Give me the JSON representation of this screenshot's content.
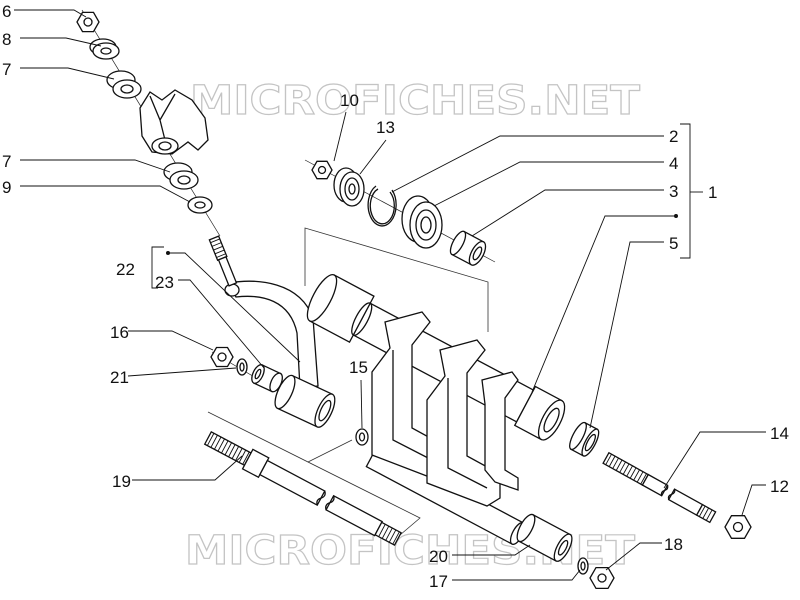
{
  "watermarks": [
    "MICROFICHES.NET",
    "MICROFICHES.NET"
  ],
  "callouts": [
    "6",
    "8",
    "7",
    "7",
    "9",
    "10",
    "13",
    "2",
    "4",
    "3",
    "1",
    "5",
    "22",
    "23",
    "16",
    "21",
    "15",
    "19",
    "14",
    "12",
    "18",
    "20",
    "17"
  ]
}
